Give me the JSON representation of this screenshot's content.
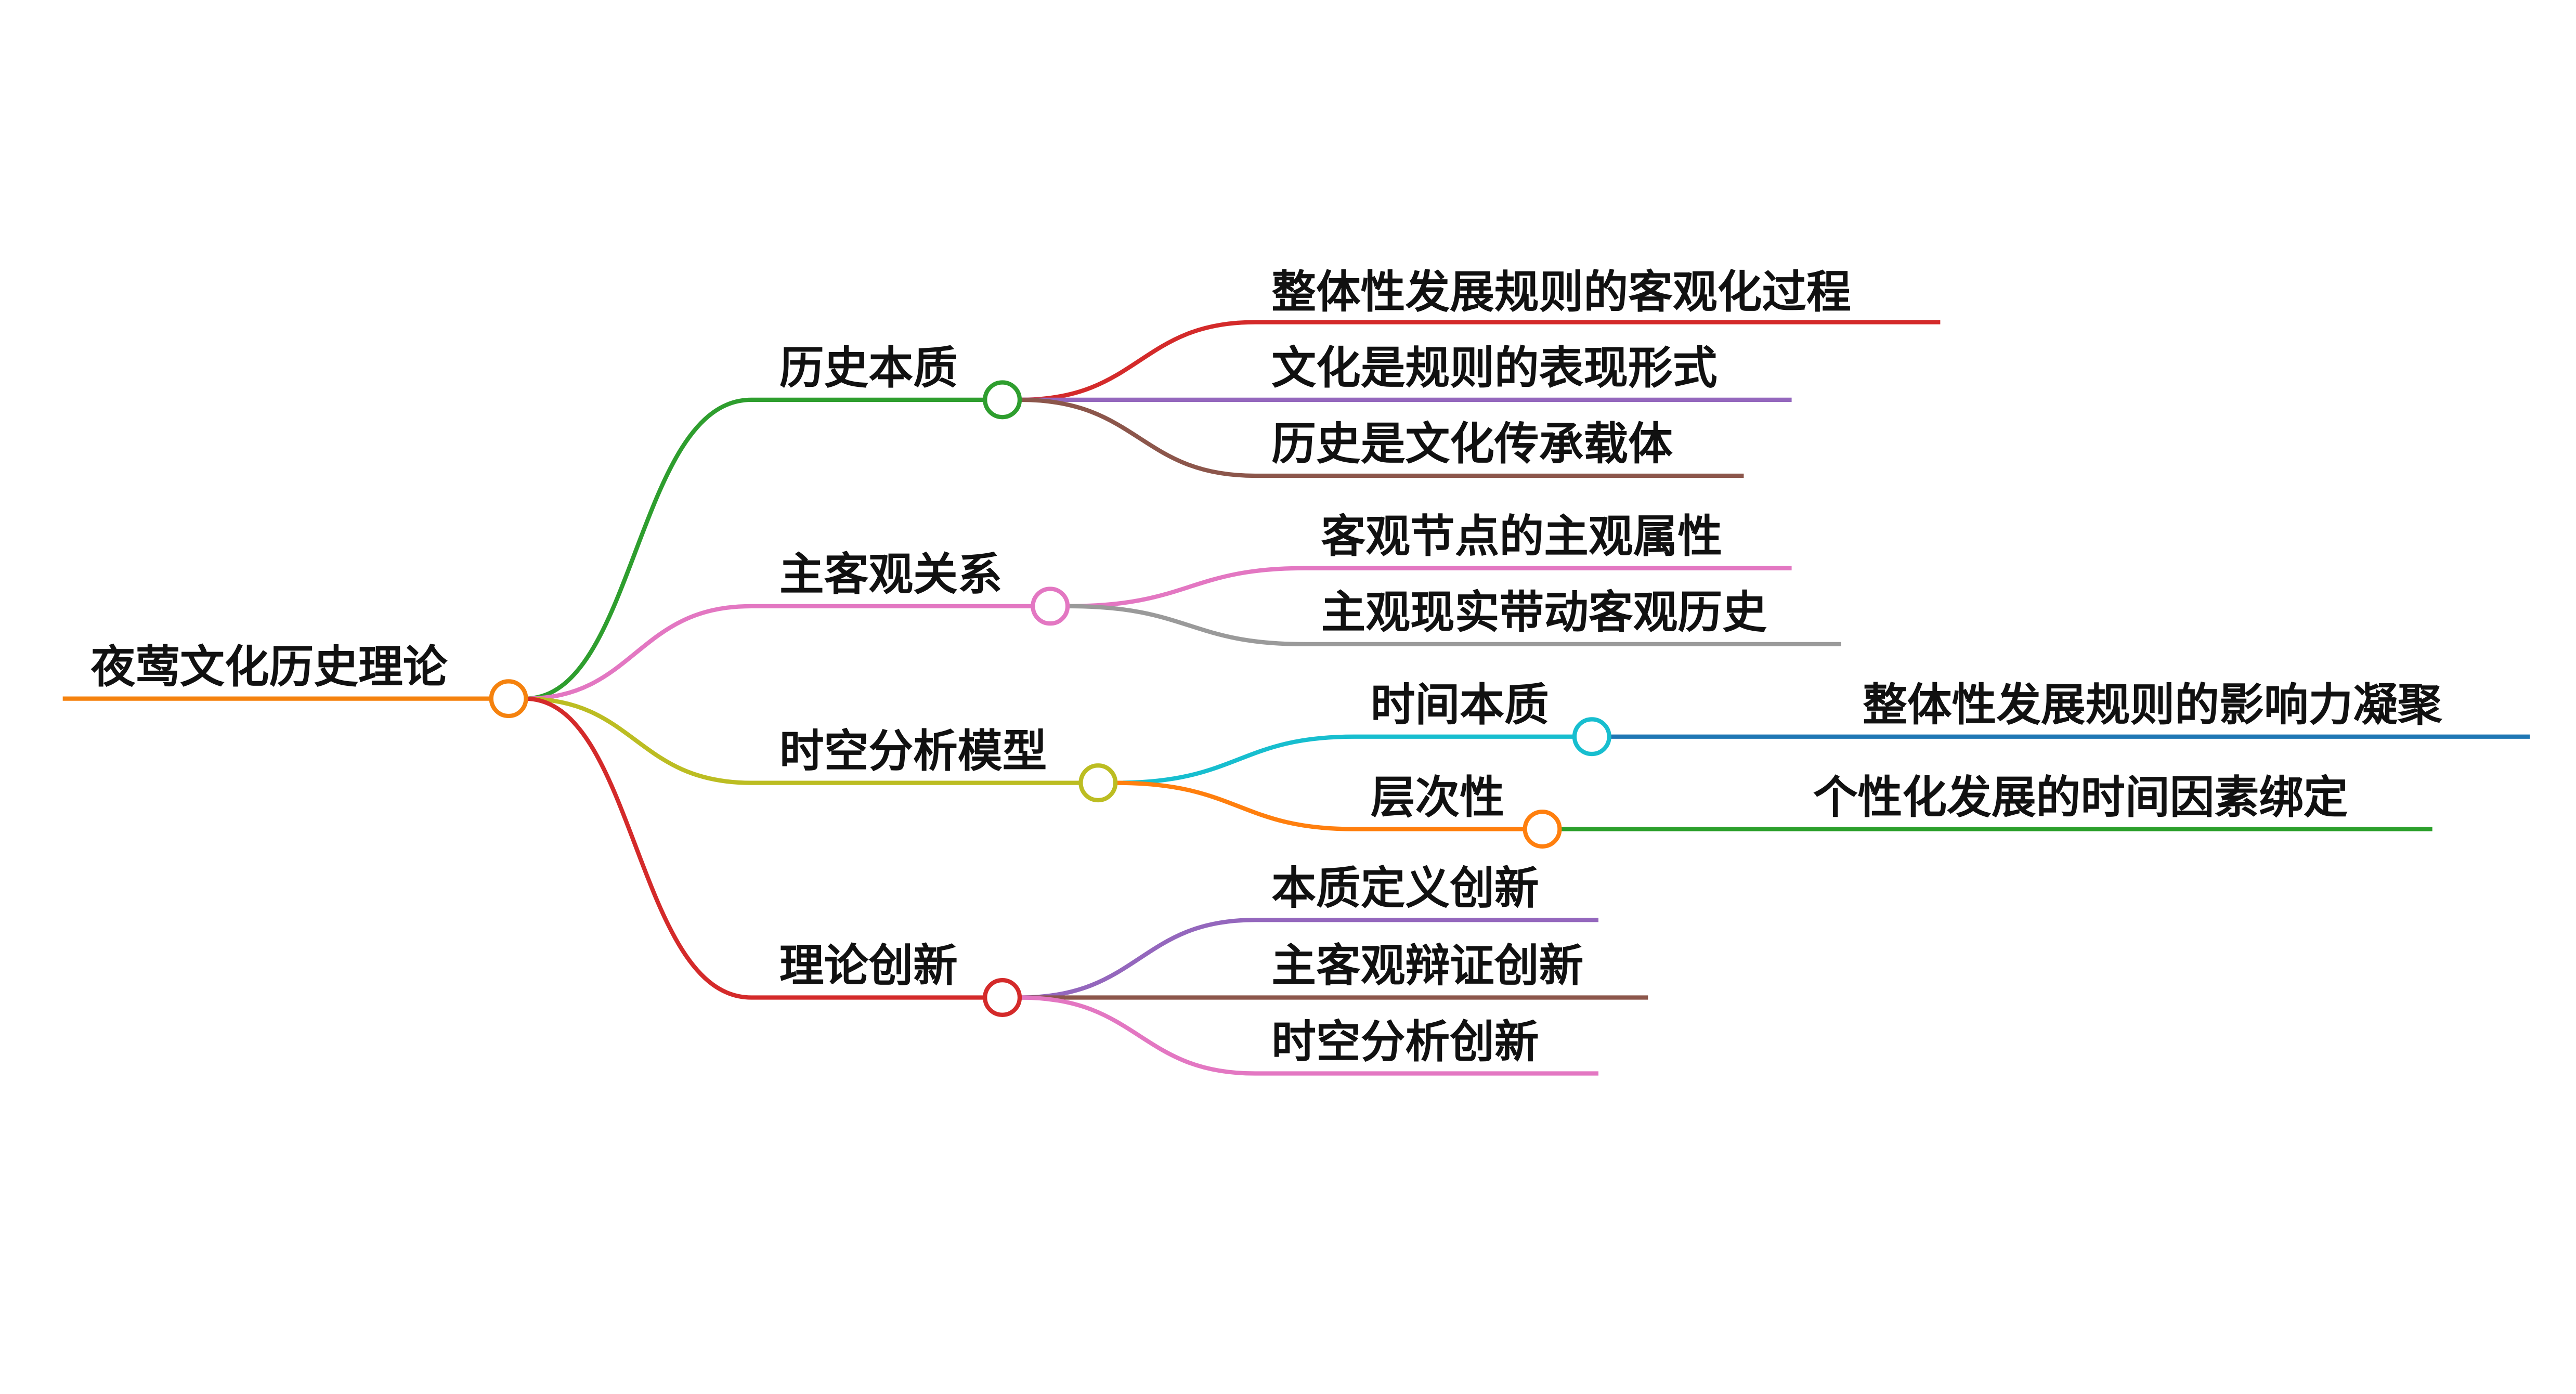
{
  "root": {
    "label": "夜莺文化历史理论",
    "color": "#f5820e"
  },
  "branches": [
    {
      "label": "历史本质",
      "color": "#2e9e2e",
      "children": [
        {
          "label": "整体性发展规则的客观化过程",
          "color": "#d42a2a"
        },
        {
          "label": "文化是规则的表现形式",
          "color": "#9467bd"
        },
        {
          "label": "历史是文化传承载体",
          "color": "#8c564b"
        }
      ]
    },
    {
      "label": "主客观关系",
      "color": "#e377c2",
      "children": [
        {
          "label": "客观节点的主观属性",
          "color": "#e377c2"
        },
        {
          "label": "主观现实带动客观历史",
          "color": "#9a9a9a"
        }
      ]
    },
    {
      "label": "时空分析模型",
      "color": "#bcbd22",
      "children": [
        {
          "label": "时间本质",
          "color": "#17becf",
          "children": [
            {
              "label": "整体性发展规则的影响力凝聚",
              "color": "#1f77b4"
            }
          ]
        },
        {
          "label": "层次性",
          "color": "#ff7f0e",
          "children": [
            {
              "label": "个性化发展的时间因素绑定",
              "color": "#2ca02c"
            }
          ]
        }
      ]
    },
    {
      "label": "理论创新",
      "color": "#d42a2a",
      "children": [
        {
          "label": "本质定义创新",
          "color": "#9467bd"
        },
        {
          "label": "主客观辩证创新",
          "color": "#8c564b"
        },
        {
          "label": "时空分析创新",
          "color": "#e377c2"
        }
      ]
    }
  ]
}
